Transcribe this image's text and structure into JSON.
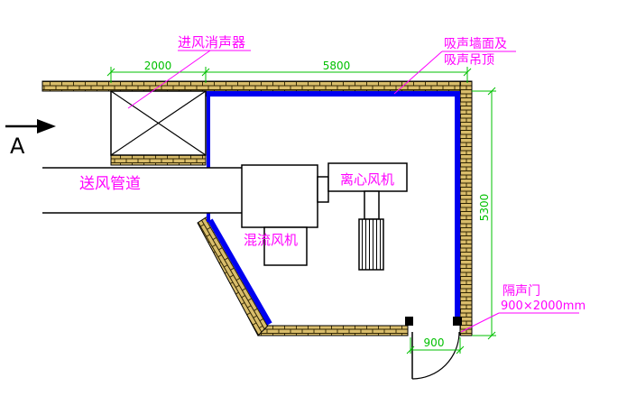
{
  "annotations": {
    "intake_silencer": "进风消声器",
    "absorbing_wall_line1": "吸声墙面及",
    "absorbing_wall_line2": "吸声吊顶",
    "supply_duct": "送风管道",
    "centrifugal_fan": "离心风机",
    "mixed_flow_fan": "混流风机",
    "sound_door": "隔声门",
    "sound_door_size": "900×2000mm"
  },
  "dimensions": {
    "silencer_width": "2000",
    "room_width": "5800",
    "room_depth": "5300",
    "door_width": "900"
  },
  "section": {
    "marker": "A"
  },
  "colors": {
    "annotation_magenta": "#FF00FF",
    "dimension_green": "#00C000",
    "absorber_lining_blue": "#0000F0",
    "wall_brick_tan": "#D9BD6B",
    "outline_black": "#000000",
    "background": "#FFFFFF"
  }
}
